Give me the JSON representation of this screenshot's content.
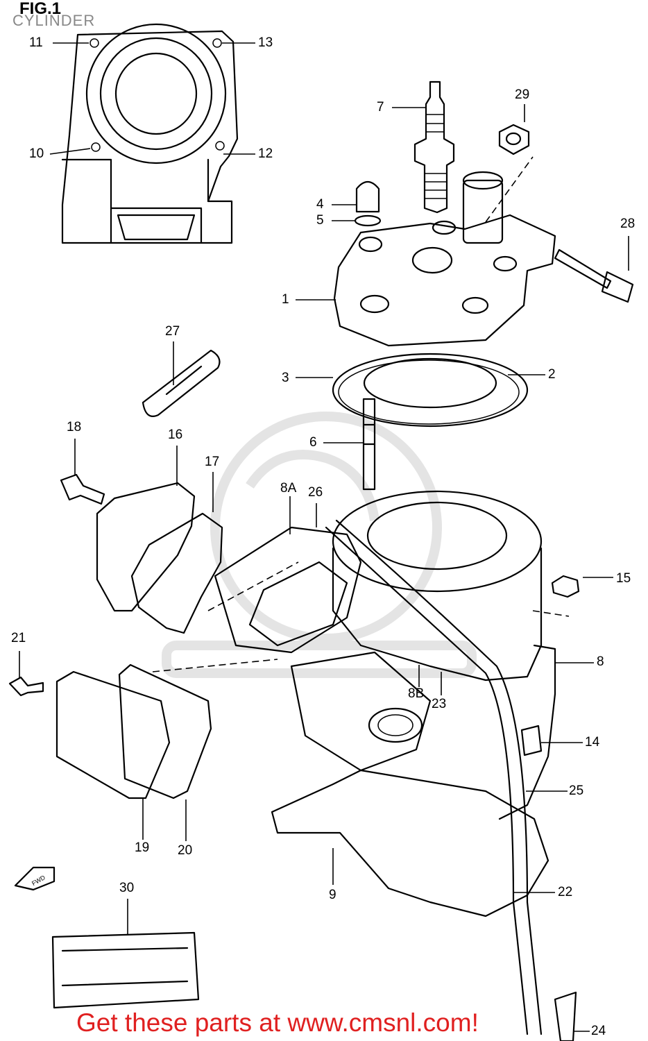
{
  "figure": {
    "title": "FIG.1",
    "subtitle": "CYLINDER"
  },
  "callouts": {
    "c1": "1",
    "c2": "2",
    "c3": "3",
    "c4": "4",
    "c5": "5",
    "c6": "6",
    "c7": "7",
    "c8": "8",
    "c8a": "8A",
    "c8b": "8B",
    "c9": "9",
    "c10": "10",
    "c11": "11",
    "c12": "12",
    "c13": "13",
    "c14": "14",
    "c15": "15",
    "c16": "16",
    "c17": "17",
    "c18": "18",
    "c19": "19",
    "c20": "20",
    "c21": "21",
    "c22": "22",
    "c23": "23",
    "c24": "24",
    "c25": "25",
    "c26": "26",
    "c27": "27",
    "c28": "28",
    "c29": "29",
    "c30": "30"
  },
  "fwd_label": "FWD",
  "footer_text": "Get these parts at www.cmsnl.com!",
  "colors": {
    "line": "#000000",
    "footer": "#e02020",
    "subtitle": "#888888",
    "watermark": "#e4e4e4"
  }
}
